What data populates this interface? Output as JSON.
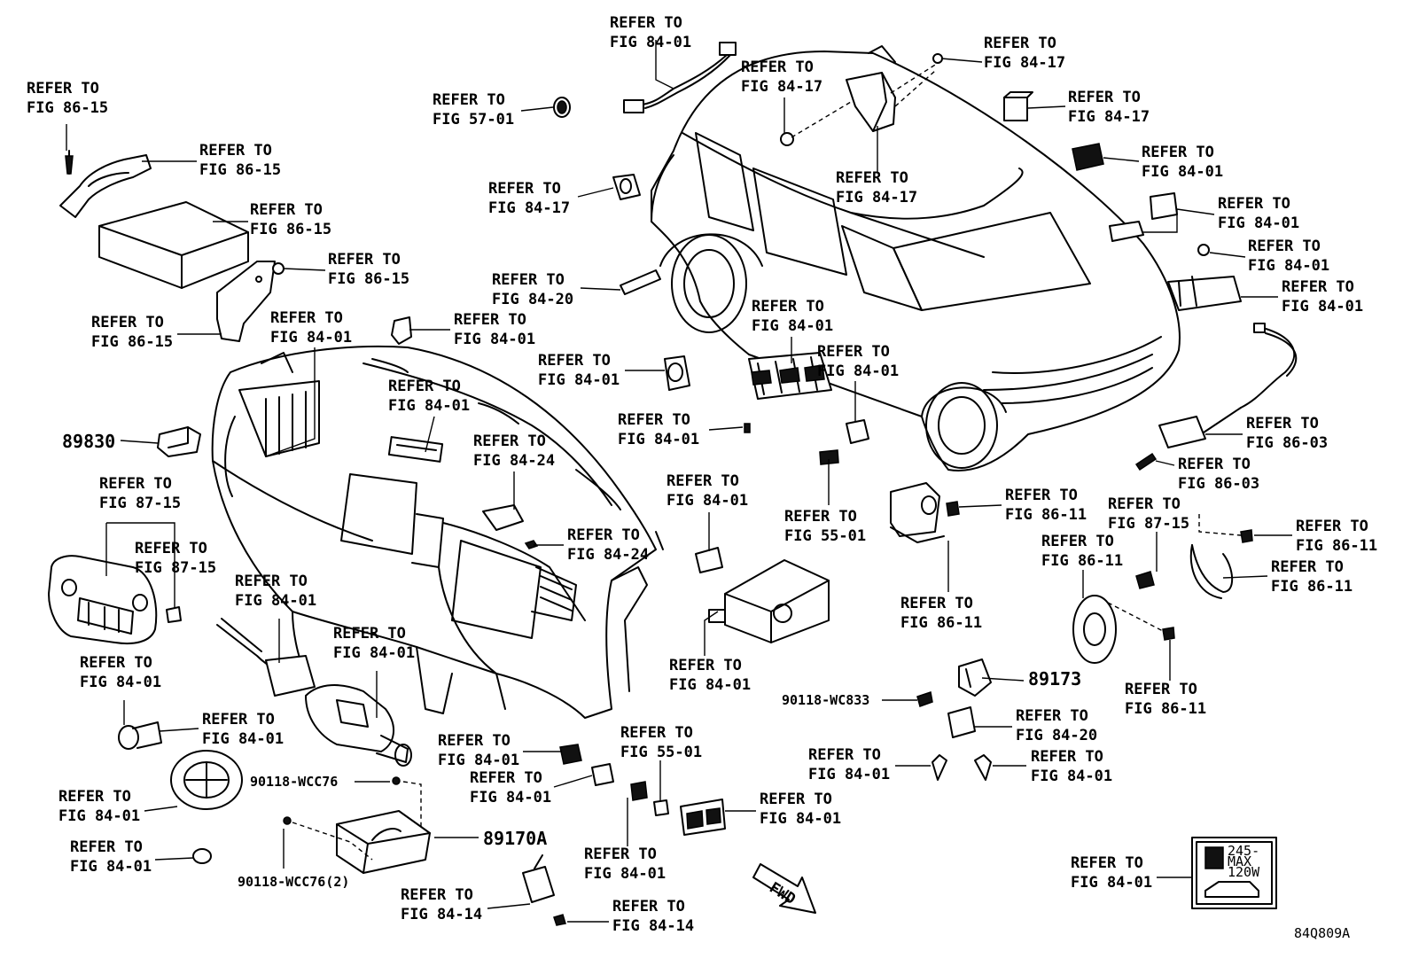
{
  "labels": {
    "l01": [
      "REFER TO",
      "FIG 84-01"
    ],
    "l02": [
      "REFER TO",
      "FIG 84-17"
    ],
    "l03": [
      "REFER TO",
      "FIG 84-17"
    ],
    "l04": [
      "REFER TO",
      "FIG 86-15"
    ],
    "l05": [
      "REFER TO",
      "FIG 57-01"
    ],
    "l06": [
      "REFER TO",
      "FIG 84-17"
    ],
    "l07": [
      "REFER TO",
      "FIG 86-15"
    ],
    "l08": [
      "REFER TO",
      "FIG 84-01"
    ],
    "l09": [
      "REFER TO",
      "FIG 84-17"
    ],
    "l10": [
      "REFER TO",
      "FIG 84-17"
    ],
    "l11": [
      "REFER TO",
      "FIG 86-15"
    ],
    "l12": [
      "REFER TO",
      "FIG 84-01"
    ],
    "l13": [
      "REFER TO",
      "FIG 86-15"
    ],
    "l14": [
      "REFER TO",
      "FIG 84-20"
    ],
    "l15": [
      "REFER TO",
      "FIG 84-01"
    ],
    "l16": [
      "REFER TO",
      "FIG 84-01"
    ],
    "l17": [
      "REFER TO",
      "FIG 86-15"
    ],
    "l18": [
      "REFER TO",
      "FIG 84-01"
    ],
    "l19": [
      "REFER TO",
      "FIG 84-01"
    ],
    "l20": [
      "REFER TO",
      "FIG 84-01"
    ],
    "l21": [
      "REFER TO",
      "FIG 84-01"
    ],
    "l22": [
      "REFER TO",
      "FIG 84-01"
    ],
    "l23": [
      "REFER TO",
      "FIG 84-01"
    ],
    "l24": [
      "REFER TO",
      "FIG 84-01"
    ],
    "l25": [
      "REFER TO",
      "FIG 84-24"
    ],
    "l26": [
      "REFER TO",
      "FIG 86-03"
    ],
    "l27": [
      "REFER TO",
      "FIG 86-03"
    ],
    "l28": [
      "REFER TO",
      "FIG 87-15"
    ],
    "l29": [
      "REFER TO",
      "FIG 84-01"
    ],
    "l30": [
      "REFER TO",
      "FIG 55-01"
    ],
    "l31": [
      "REFER TO",
      "FIG 86-11"
    ],
    "l32": [
      "REFER TO",
      "FIG 87-15"
    ],
    "l33": [
      "REFER TO",
      "FIG 86-11"
    ],
    "l34": [
      "REFER TO",
      "FIG 87-15"
    ],
    "l35": [
      "REFER TO",
      "FIG 84-24"
    ],
    "l36": [
      "REFER TO",
      "FIG 86-11"
    ],
    "l37": [
      "REFER TO",
      "FIG 86-11"
    ],
    "l38": [
      "REFER TO",
      "FIG 84-01"
    ],
    "l39": [
      "REFER TO",
      "FIG 84-01"
    ],
    "l40": [
      "REFER TO",
      "FIG 86-11"
    ],
    "l41": [
      "REFER TO",
      "FIG 84-01"
    ],
    "l42": [
      "REFER TO",
      "FIG 84-01"
    ],
    "l43": [
      "REFER TO",
      "FIG 86-11"
    ],
    "l44": [
      "REFER TO",
      "FIG 84-01"
    ],
    "l45": [
      "REFER TO",
      "FIG 84-20"
    ],
    "l46": [
      "REFER TO",
      "FIG 84-01"
    ],
    "l47": [
      "REFER TO",
      "FIG 55-01"
    ],
    "l48": [
      "REFER TO",
      "FIG 84-01"
    ],
    "l49": [
      "REFER TO",
      "FIG 84-01"
    ],
    "l50": [
      "REFER TO",
      "FIG 84-01"
    ],
    "l51": [
      "REFER TO",
      "FIG 84-01"
    ],
    "l52": [
      "REFER TO",
      "FIG 84-01"
    ],
    "l53": [
      "REFER TO",
      "FIG 84-01"
    ],
    "l54": [
      "REFER TO",
      "FIG 84-01"
    ],
    "l55": [
      "REFER TO",
      "FIG 84-01"
    ],
    "l56": [
      "REFER TO",
      "FIG 84-14"
    ],
    "l57": [
      "REFER TO",
      "FIG 84-14"
    ]
  },
  "part_numbers": {
    "p89830": "89830",
    "p89173": "89173",
    "p89170a": "89170A",
    "wc833": "90118-WC833",
    "wcc76": "90118-WCC76",
    "wcc76x2": "90118-WCC76(2)"
  },
  "fwd_mark": "FWD",
  "caution_label": {
    "line1": "245-",
    "line2": "MAX",
    "line3": "120W"
  },
  "diagram_code": "84Q809A"
}
